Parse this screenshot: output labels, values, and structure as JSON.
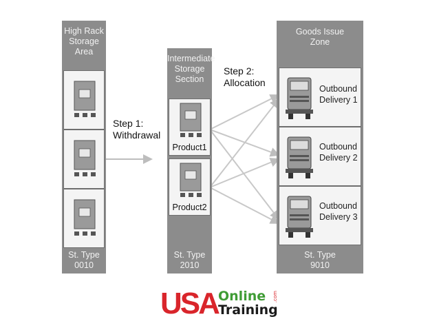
{
  "high_rack": {
    "title": "High Rack\nStorage\nArea",
    "footer": "St. Type\n0010"
  },
  "intermediate": {
    "title": "Intermediate\nStorage\nSection",
    "footer": "St. Type\n2010",
    "products": [
      "Product1",
      "Product2"
    ]
  },
  "goods_issue": {
    "title": "Goods Issue\nZone",
    "footer": "St. Type\n9010",
    "deliveries": [
      "Outbound\nDelivery 1",
      "Outbound\nDelivery 2",
      "Outbound\nDelivery 3"
    ]
  },
  "steps": {
    "step1": "Step 1:\nWithdrawal",
    "step2": "Step 2:\nAllocation"
  },
  "logo": {
    "usa": "USA",
    "online": "Online",
    "training": "Training",
    "com": ".com"
  },
  "icons": {
    "pallet": "pallet-box-icon",
    "truck": "truck-icon"
  },
  "colors": {
    "column": "#8c8c8c",
    "cell": "#f4f4f4",
    "line": "#c8c8c8",
    "logo_red": "#d9252b",
    "logo_green": "#3f9c35"
  }
}
